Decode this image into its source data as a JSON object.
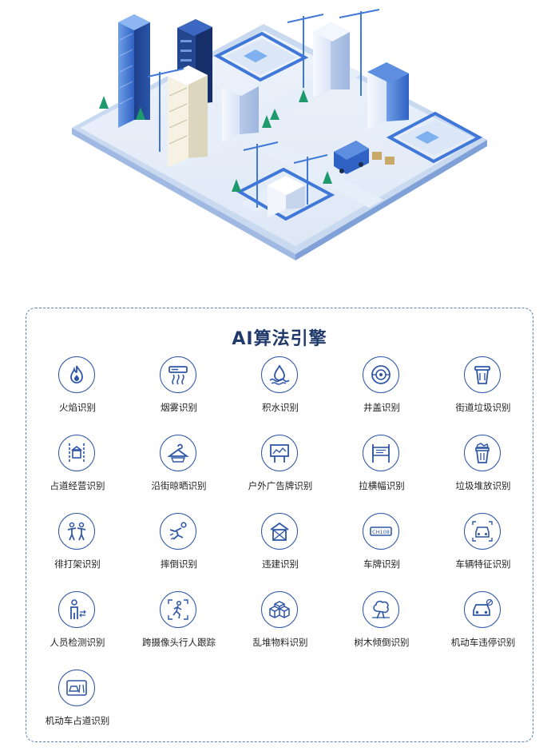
{
  "engine": {
    "title": "AI算法引擎",
    "items": [
      {
        "label": "火焰识别",
        "icon": "flame-icon"
      },
      {
        "label": "烟雾识别",
        "icon": "smoke-icon"
      },
      {
        "label": "积水识别",
        "icon": "water-icon"
      },
      {
        "label": "井盖识别",
        "icon": "manhole-icon"
      },
      {
        "label": "街道垃圾识别",
        "icon": "trash-can-icon"
      },
      {
        "label": "占道经营识别",
        "icon": "road-vendor-icon"
      },
      {
        "label": "沿街晾晒识别",
        "icon": "clothes-hanger-icon"
      },
      {
        "label": "户外广告牌识别",
        "icon": "billboard-icon"
      },
      {
        "label": "拉横幅识别",
        "icon": "banner-icon"
      },
      {
        "label": "垃圾堆放识别",
        "icon": "garbage-pile-icon"
      },
      {
        "label": "徘打架识别",
        "icon": "fight-icon"
      },
      {
        "label": "摔倒识别",
        "icon": "fall-person-icon"
      },
      {
        "label": "违建识别",
        "icon": "illegal-building-icon"
      },
      {
        "label": "车牌识别",
        "icon": "license-plate-icon"
      },
      {
        "label": "车辆特征识别",
        "icon": "vehicle-feature-icon"
      },
      {
        "label": "人员检测识别",
        "icon": "person-detect-icon"
      },
      {
        "label": "跨摄像头行人跟踪",
        "icon": "pedestrian-track-icon"
      },
      {
        "label": "乱堆物料识别",
        "icon": "boxes-icon"
      },
      {
        "label": "树木倾倒识别",
        "icon": "fallen-tree-icon"
      },
      {
        "label": "机动车违停识别",
        "icon": "car-parking-icon"
      },
      {
        "label": "机动车占道识别",
        "icon": "car-lane-icon"
      }
    ],
    "plate_text": "CH108"
  },
  "colors": {
    "accent": "#2f57a6",
    "title": "#203a6b",
    "border": "#5a7fb3"
  }
}
